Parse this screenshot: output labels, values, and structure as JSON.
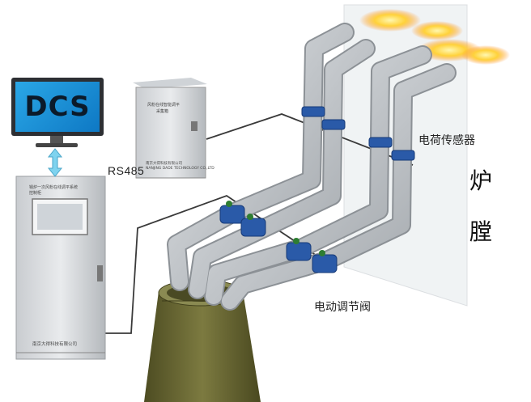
{
  "dcs": {
    "label": "DCS"
  },
  "link": {
    "label": "RS485"
  },
  "control_cabinet": {
    "title_line1": "锅炉一次风粉在线调平系统",
    "title_line2": "控制柜",
    "footer": "南京大得科技有限公司"
  },
  "sensor_box": {
    "title_line1": "风粉在线智能调平",
    "title_line2": "采集箱",
    "footer_line1": "南京大得科技有限公司",
    "footer_line2": "NANJING DADE TECHNOLOGY CO.,LTD"
  },
  "labels": {
    "charge_sensor": "电荷传感器",
    "electric_valve": "电动调节阀",
    "furnace_char1": "炉",
    "furnace_char2": "膛"
  },
  "colors": {
    "pipe": "#b8bcc0",
    "flange": "#2a5aa8",
    "mill": "#6b6a36",
    "cabinet": "#d9dcdf",
    "screen": "#1f8fd8",
    "arrow": "#7fd3ef"
  },
  "icons": {
    "link_arrow": "double-vertical-arrow-icon",
    "flame": "flame-icon"
  }
}
